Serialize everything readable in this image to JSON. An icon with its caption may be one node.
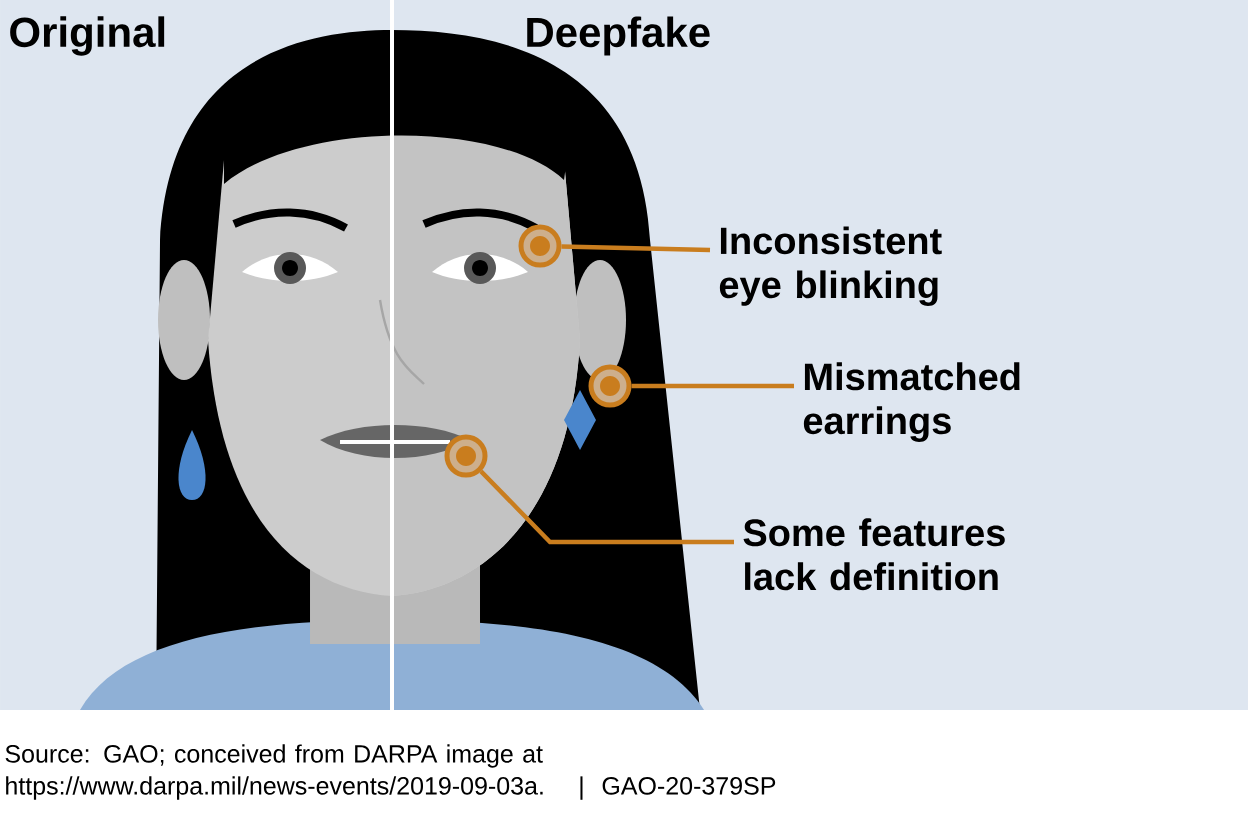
{
  "diagram": {
    "nodes": [
      {
        "text": [
          "Inconsistent eye blinking"
        ]
      },
      {
        "text": [
          "Mismatched earrings"
        ]
      },
      {
        "text": [
          "Some features lack definition"
        ]
      },
      {
        "text": [],
        "shape": "circle"
      },
      {
        "text": [],
        "shape": "circle"
      },
      {
        "text": [],
        "shape": "circle"
      }
    ],
    "edges": [
      {
        "from": 0,
        "to": 3,
        "arrow": "none",
        "color": "#c97d1e"
      },
      {
        "from": 1,
        "to": 4,
        "arrow": "none",
        "color": "#c97d1e"
      },
      {
        "from": 2,
        "to": 5,
        "arrow": "none",
        "color": "#c97d1e"
      }
    ],
    "labels": [
      "Original",
      "Deepfake"
    ],
    "caption": "Source: GAO; conceived from DARPA image at https://www.darpa.mil/news-events/2019-09-03a.   |  GAO-20-379SP"
  }
}
